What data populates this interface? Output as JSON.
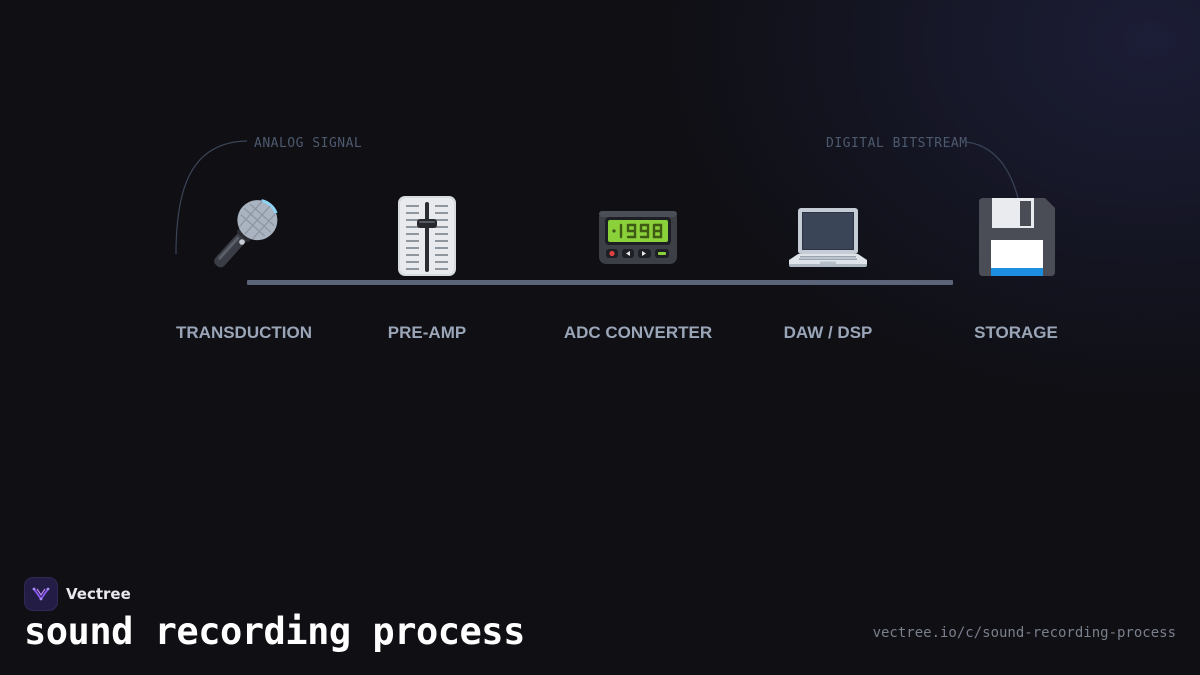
{
  "brand": {
    "name": "Vectree"
  },
  "title": "sound recording process",
  "url": "vectree.io/c/sound-recording-process",
  "diagram": {
    "regions": [
      {
        "label": "ANALOG SIGNAL"
      },
      {
        "label": "DIGITAL BITSTREAM"
      }
    ],
    "stages": [
      {
        "label": "TRANSDUCTION",
        "icon": "microphone-icon"
      },
      {
        "label": "PRE-AMP",
        "icon": "fader-icon"
      },
      {
        "label": "ADC CONVERTER",
        "icon": "pager-icon"
      },
      {
        "label": "DAW / DSP",
        "icon": "laptop-icon"
      },
      {
        "label": "STORAGE",
        "icon": "floppy-disk-icon"
      }
    ]
  },
  "colors": {
    "background": "#0f0f14",
    "timeline": "#5b6478",
    "stage_label": "#9aa6b8",
    "region_label": "#4d5a6e",
    "accent": "#7c3aed"
  }
}
